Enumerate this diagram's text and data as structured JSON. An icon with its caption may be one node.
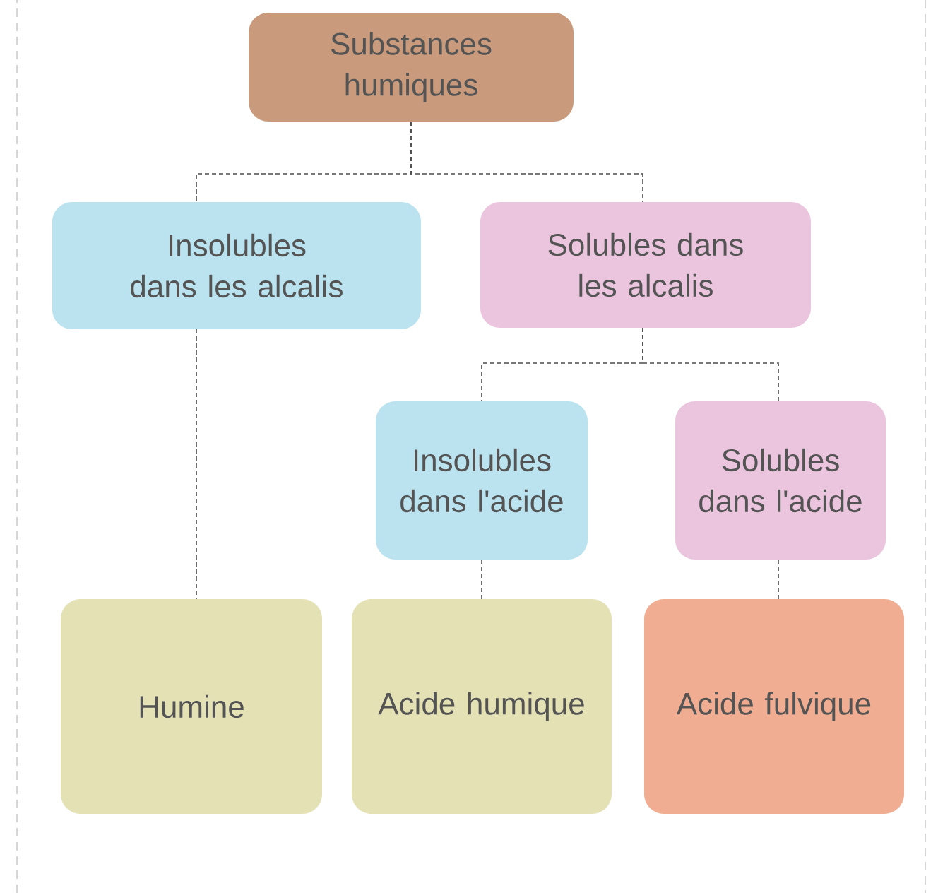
{
  "diagram": {
    "nodes": [
      {
        "text": [
          "Substances humiques"
        ]
      },
      {
        "text": [
          "Insolubles dans les alcalis"
        ]
      },
      {
        "text": [
          "Solubles dans les alcalis"
        ]
      },
      {
        "text": [
          "Insolubles dans l'acide"
        ]
      },
      {
        "text": [
          "Solubles dans l'acide"
        ]
      },
      {
        "text": [
          "Humine"
        ]
      },
      {
        "text": [
          "Acide humique"
        ]
      },
      {
        "text": [
          "Acide fulvique"
        ]
      }
    ],
    "edges": [
      {
        "from": 0,
        "to": 1,
        "arrow": "none",
        "style": "dashed"
      },
      {
        "from": 0,
        "to": 2,
        "arrow": "none",
        "style": "dashed"
      },
      {
        "from": 2,
        "to": 3,
        "arrow": "none",
        "style": "dashed"
      },
      {
        "from": 2,
        "to": 4,
        "arrow": "none",
        "style": "dashed"
      },
      {
        "from": 1,
        "to": 5,
        "arrow": "none",
        "style": "dashed"
      },
      {
        "from": 3,
        "to": 6,
        "arrow": "none",
        "style": "dashed"
      },
      {
        "from": 4,
        "to": 7,
        "arrow": "none",
        "style": "dashed"
      }
    ]
  }
}
